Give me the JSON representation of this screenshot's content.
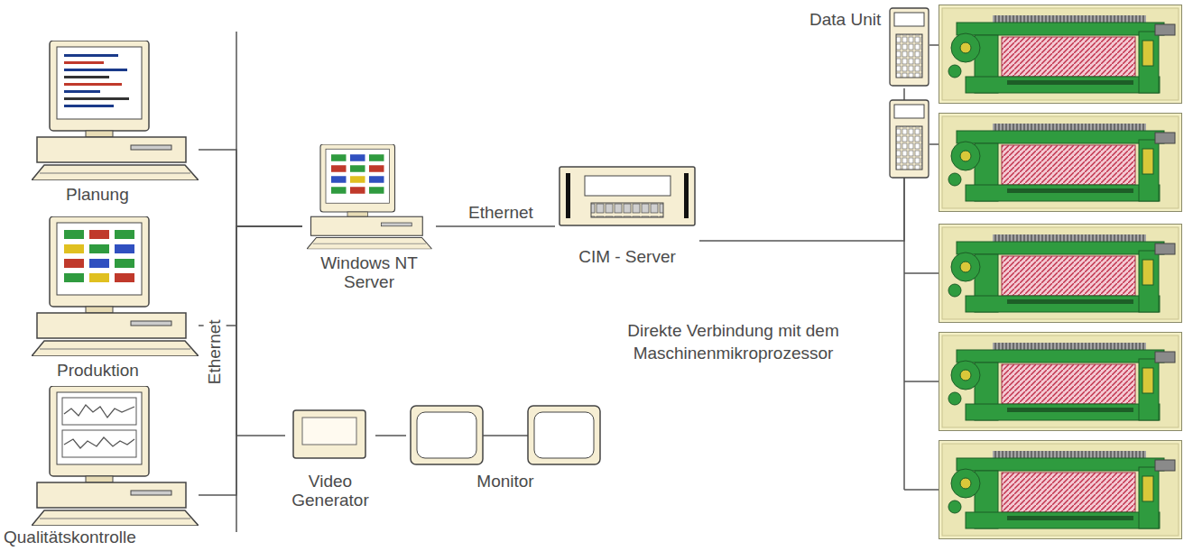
{
  "diagram": {
    "nodes": [
      {
        "text": [
          "Planung"
        ]
      },
      {
        "text": [
          "Produktion"
        ]
      },
      {
        "text": [
          "Qualitätskontrolle"
        ]
      },
      {
        "text": [
          "Windows NT Server"
        ]
      },
      {
        "text": [
          "CIM - Server"
        ]
      },
      {
        "text": [
          "Video Generator"
        ]
      },
      {
        "text": [
          "Monitor"
        ]
      },
      {
        "text": [
          "Data Unit"
        ]
      }
    ],
    "edges": [
      {
        "from": 0,
        "to": 3,
        "arrow": "none"
      },
      {
        "from": 1,
        "to": 3,
        "arrow": "none"
      },
      {
        "from": 2,
        "to": 3,
        "arrow": "none"
      },
      {
        "from": 5,
        "to": 3,
        "arrow": "none"
      },
      {
        "from": 3,
        "to": 4,
        "label": "Ethernet",
        "arrow": "none"
      },
      {
        "from": 4,
        "to": 7,
        "arrow": "none"
      },
      {
        "from": 5,
        "to": 6,
        "arrow": "none"
      }
    ],
    "labels": [
      "Ethernet",
      "Direkte Verbindung mit dem Maschinenmikroprozessor"
    ]
  }
}
